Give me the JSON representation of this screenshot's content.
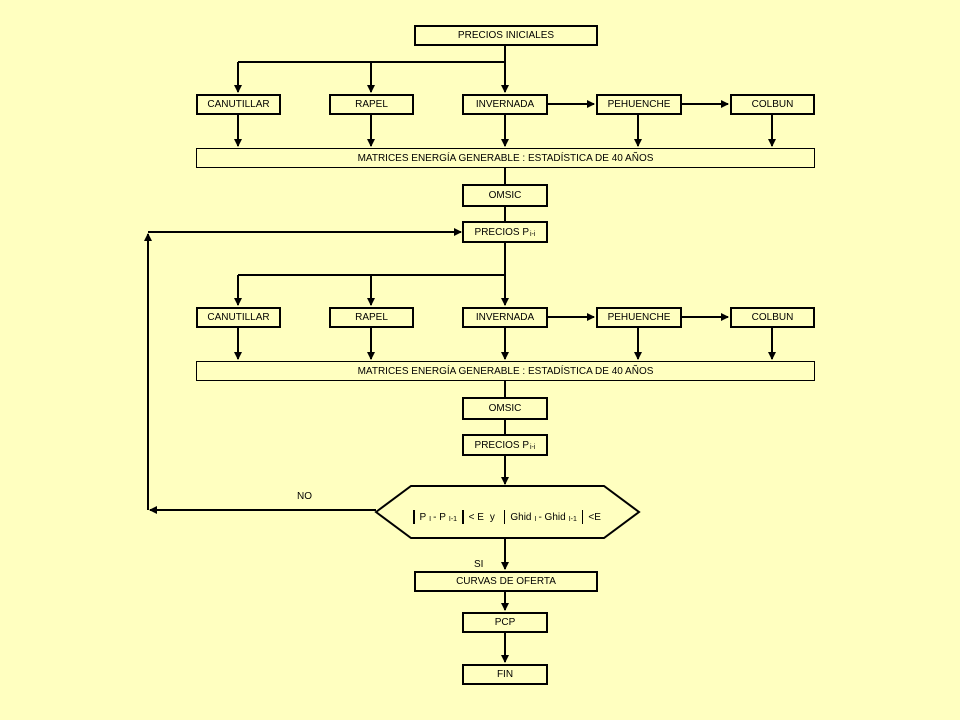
{
  "nodes": {
    "precios_iniciales": "PRECIOS INICIALES",
    "canutillar": "CANUTILLAR",
    "rapel": "RAPEL",
    "invernada": "INVERNADA",
    "pehuenche": "PEHUENCHE",
    "colbun": "COLBUN",
    "matrices": "MATRICES ENERGÍA GENERABLE : ESTADÍSTICA DE 40 AÑOS",
    "omsic": "OMSIC",
    "precios_p": "PRECIOS P",
    "precios_p_sub": "i-i",
    "curvas_oferta": "CURVAS DE OFERTA",
    "pcp": "PCP",
    "fin": "FIN"
  },
  "decision": {
    "p_i": "P",
    "p_i_sub": "I",
    "minus1": " - P",
    "p_prev_sub": "I-1",
    "lt_e1": "< E",
    "y": "y",
    "ghid": "Ghid",
    "ghid_sub": "I",
    "minus2": " - Ghid",
    "ghid_prev_sub": "I-1",
    "lt_e2": "<E"
  },
  "labels": {
    "no": "NO",
    "si": "SI"
  }
}
